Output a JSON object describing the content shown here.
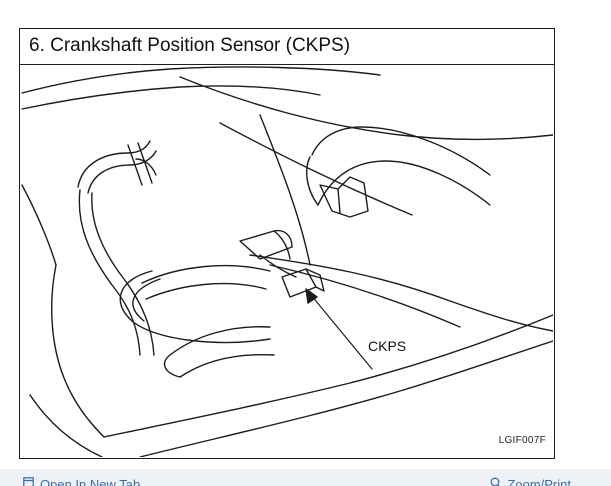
{
  "figure": {
    "title": "6.  Crankshaft Position Sensor (CKPS)",
    "callout_label": "CKPS",
    "figure_code": "LGIF007F"
  },
  "toolbar": {
    "open_new_tab_label": "Open In New Tab",
    "zoom_print_label": "Zoom/Print",
    "open_icon": "open-in-new-tab-icon",
    "zoom_icon": "zoom-icon",
    "link_color": "#3b6ea8",
    "background": "#eef1f5"
  }
}
